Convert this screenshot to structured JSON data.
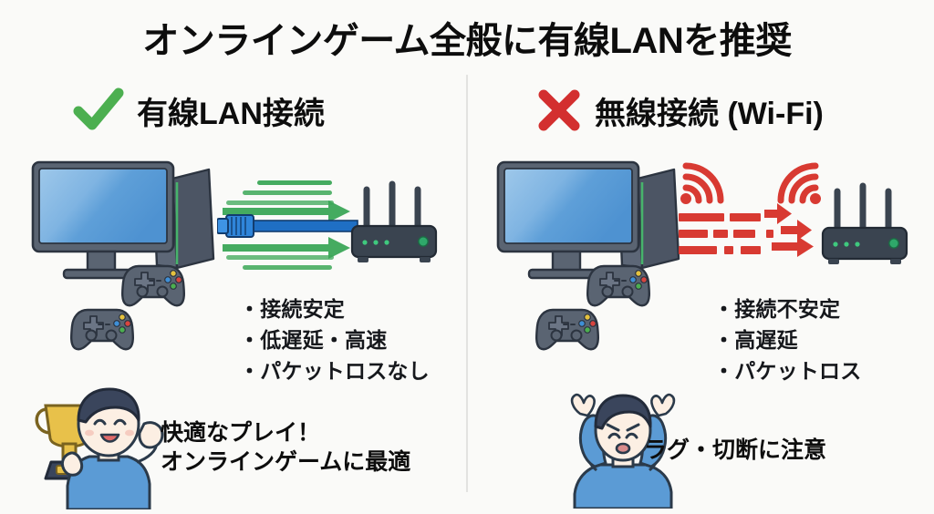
{
  "title": "オンラインゲーム全般に有線LANを推奨",
  "background_color": "#fafaf8",
  "colors": {
    "check_green": "#4CAF50",
    "cross_red": "#D32F2F",
    "arrow_green": "#3BA757",
    "arrow_red": "#D83A32",
    "cable_blue": "#1F6FC4",
    "device_slate": "#5A6472",
    "router_dark": "#3A4450",
    "screen_blue": "#5B9BD5",
    "shirt_blue": "#5B9BD5",
    "hair_navy": "#3A455C",
    "trophy_gold": "#E8C14A",
    "text_black": "#0d0d0d",
    "divider_gray": "#e3e3e1"
  },
  "panels": {
    "left": {
      "mark_icon": "check-icon",
      "heading": "有線LAN接続",
      "bullets": [
        "・接続安定",
        "・低遅延・高速",
        "・パケットロスなし"
      ],
      "caption_lines": [
        "快適なプレイ！",
        "オンラインゲームに最適"
      ],
      "illustration": {
        "pc": "desktop-pc-with-gamepads",
        "link": "ethernet-cable-to-router",
        "hero": "happy-boy-with-trophy"
      }
    },
    "right": {
      "mark_icon": "cross-icon",
      "heading": "無線接続 (Wi-Fi)",
      "bullets": [
        "・接続不安定",
        "・高遅延",
        "・パケットロス"
      ],
      "caption_lines": [
        "ラグ・切断に注意"
      ],
      "illustration": {
        "pc": "desktop-pc-with-gamepads",
        "link": "wifi-signal-broken-packets-to-router",
        "hero": "frustrated-boy-holding-head"
      }
    }
  }
}
